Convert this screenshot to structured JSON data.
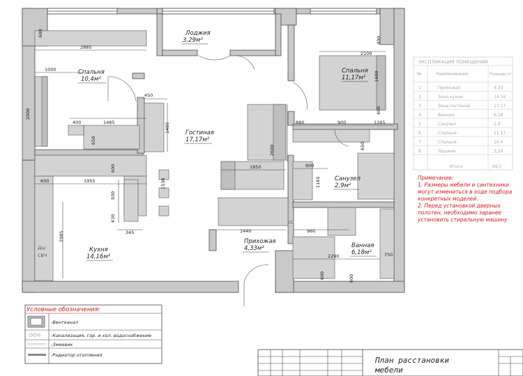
{
  "rooms": [
    {
      "name": "Лоджия",
      "area": "3,29м²"
    },
    {
      "name": "Спальня",
      "area": "10,4м²"
    },
    {
      "name": "Спальня",
      "area": "11,17м²"
    },
    {
      "name": "Гостиная",
      "area": "17,17м²"
    },
    {
      "name": "Санузел",
      "area": "2,9м²"
    },
    {
      "name": "Кухня",
      "area": "14,16м²"
    },
    {
      "name": "Прихожая",
      "area": "4,33м²"
    },
    {
      "name": "Ванная",
      "area": "6,18м²"
    }
  ],
  "dimensions": [
    "600",
    "2885",
    "1000",
    "2000",
    "400",
    "1485",
    "650",
    "450",
    "1485",
    "2100",
    "400",
    "1600",
    "400",
    "880",
    "900",
    "1265",
    "650",
    "2600",
    "1850",
    "900",
    "1165",
    "600",
    "1955",
    "600",
    "930",
    "430",
    "345",
    "1530",
    "2985",
    "1440",
    "960",
    "2290",
    "600",
    "750",
    "600"
  ],
  "appliances": [
    "Дш",
    "СВЧ"
  ],
  "explication": {
    "title": "ЭКСПЛИКАЦИЯ ПОМЕЩЕНИЙ",
    "headers": [
      "№",
      "Наименование",
      "Площадь м²"
    ],
    "rows": [
      [
        "1",
        "Прихожая",
        "4,33"
      ],
      [
        "2",
        "Зона кухни",
        "14,16"
      ],
      [
        "3",
        "Зона гостиной",
        "17,17"
      ],
      [
        "4",
        "Ванная",
        "6,18"
      ],
      [
        "5",
        "Санузел",
        "2,9"
      ],
      [
        "6",
        "Спальня",
        "11,17"
      ],
      [
        "7",
        "Спальня",
        "10,4"
      ],
      [
        "8",
        "Лоджия",
        "3,29"
      ]
    ],
    "total_label": "Итого",
    "total_value": "69,5"
  },
  "notes": {
    "title": "Примечание:",
    "lines": [
      "1. Размеры мебели и сантехники",
      "могут измениться в ходе подбора",
      "конкретных моделей.",
      "2. Перед установкой дверных",
      "полотен, необходимо заранее",
      "установить стиральную машину"
    ]
  },
  "legend": {
    "title": "Условные обозначения:",
    "items": [
      {
        "label": "-Вентканал",
        "icon": "vent-channel-icon"
      },
      {
        "label": "-Канализация, гор. и хол. водоснабжение",
        "icon": "plumbing-icon"
      },
      {
        "label": "-Змеевик",
        "icon": "towel-dryer-icon"
      },
      {
        "label": "-Радиатор отопления",
        "icon": "radiator-icon"
      }
    ]
  },
  "title_block": {
    "line1": "План расстановки",
    "line2": "мебели"
  },
  "colors": {
    "wall": "#c9c9c9",
    "furniture": "#d3d3d3",
    "line": "#3a3a3a",
    "note_red": "#d11a1a"
  }
}
